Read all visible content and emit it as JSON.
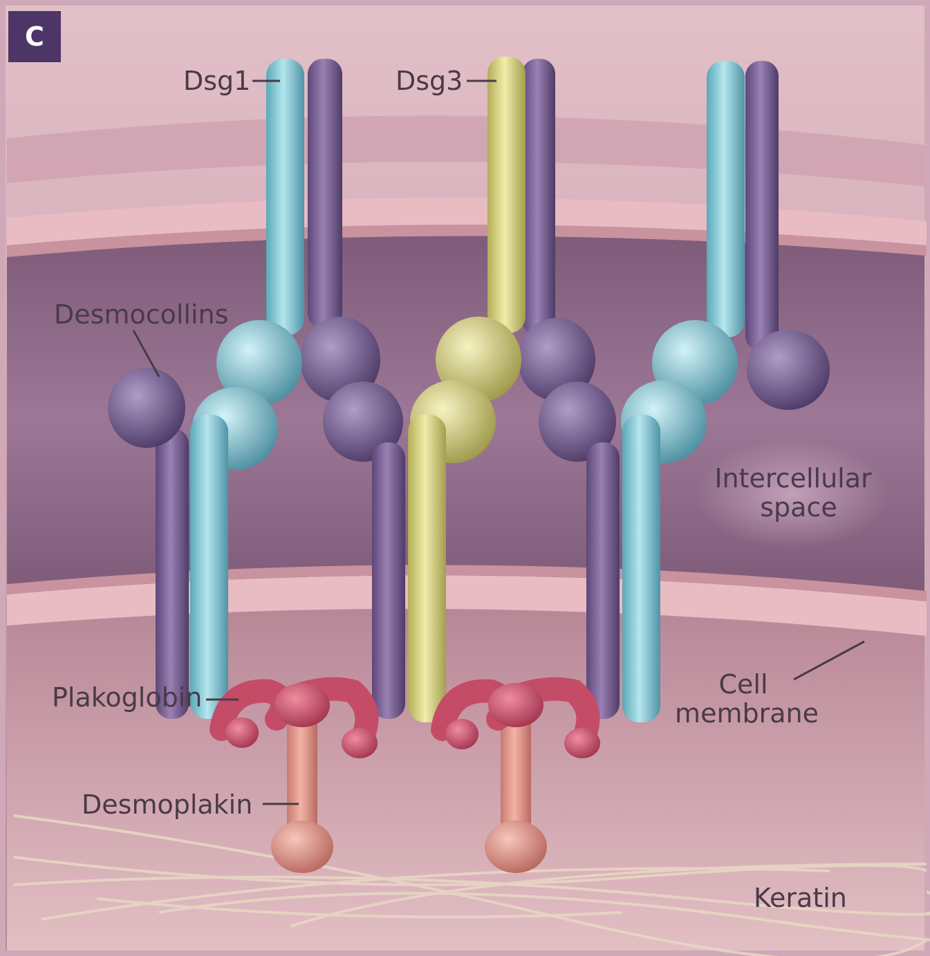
{
  "panel_letter": "C",
  "labels": {
    "dsg1": "Dsg1",
    "dsg3": "Dsg3",
    "desmocollins": "Desmocollins",
    "intercellular_line1": "Intercellular",
    "intercellular_line2": "space",
    "plakoglobin": "Plakoglobin",
    "cell_line1": "Cell",
    "cell_line2": "membrane",
    "desmoplakin": "Desmoplakin",
    "keratin": "Keratin"
  },
  "colors": {
    "dsg1": "#7ec4cf",
    "dsg3": "#d6d27a",
    "desmocollin": "#7a5f95",
    "plakoglobin": "#c94d67",
    "desmoplakin": "#dc8f85",
    "membrane": "#e6b8bf",
    "intercellular": "#8f6887",
    "panel_badge": "#4d3567"
  }
}
